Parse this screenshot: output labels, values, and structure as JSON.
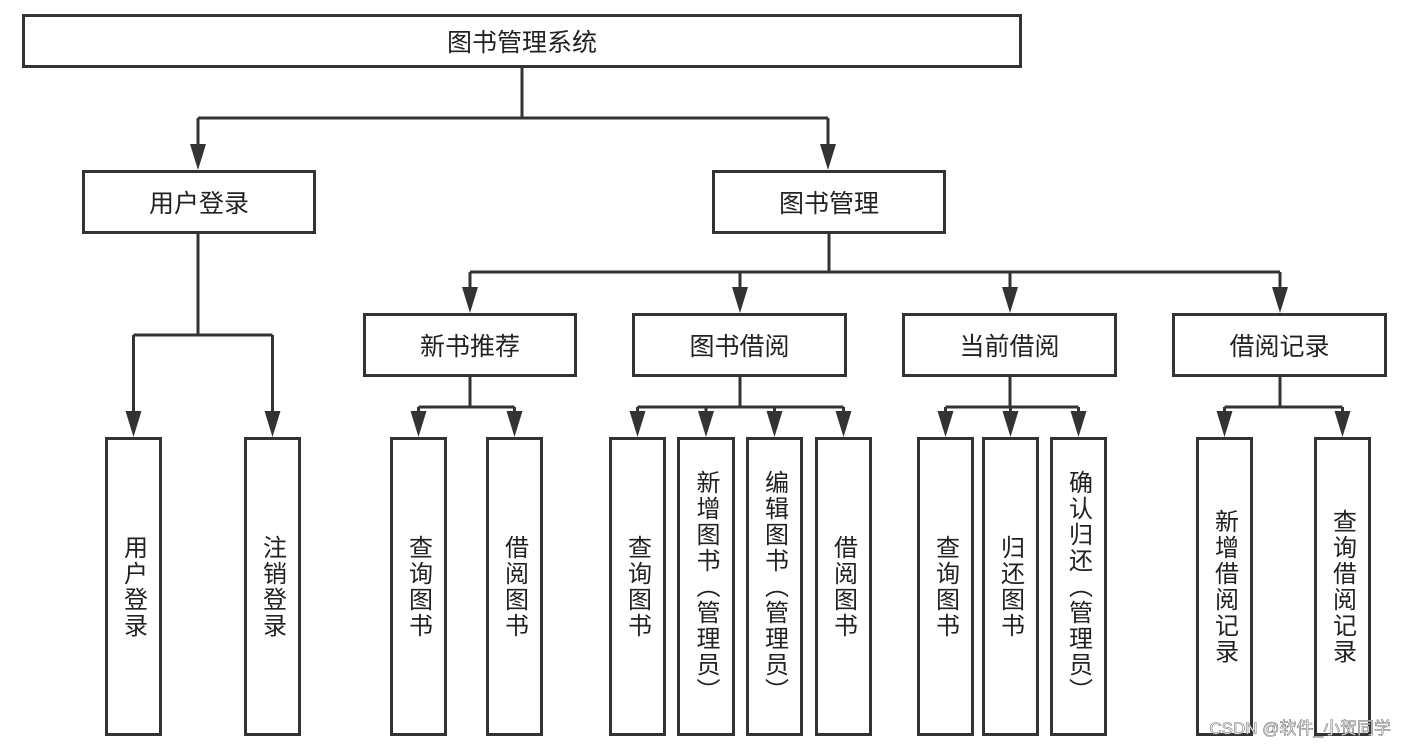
{
  "root": "图书管理系统",
  "level1": [
    "用户登录",
    "图书管理"
  ],
  "level2": [
    "新书推荐",
    "图书借阅",
    "当前借阅",
    "借阅记录"
  ],
  "leaves": {
    "user": [
      "用户登录",
      "注销登录"
    ],
    "new_books": [
      "查询图书",
      "借阅图书"
    ],
    "borrow": [
      "查询图书",
      "新增图书（管理员）",
      "编辑图书（管理员）",
      "借阅图书"
    ],
    "current": [
      "查询图书",
      "归还图书",
      "确认归还（管理员）"
    ],
    "records": [
      "新增借阅记录",
      "查询借阅记录"
    ]
  },
  "watermark": "CSDN @软件_小贺同学",
  "colors": {
    "line": "#333333",
    "background": "#ffffff"
  }
}
